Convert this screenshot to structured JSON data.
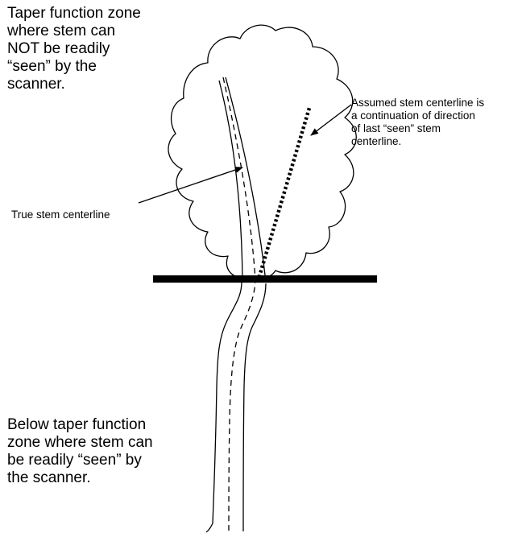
{
  "labels": {
    "upper_zone": "Taper function zone\nwhere stem can\nNOT be readily\n“seen” by the\nscanner.",
    "assumed_centerline": "Assumed stem centerline is\na continuation of direction\nof last “seen” stem\ncenterline.",
    "true_centerline": "True stem centerline",
    "lower_zone": "Below taper function\nzone where stem can\nbe readily “seen” by\nthe scanner."
  }
}
